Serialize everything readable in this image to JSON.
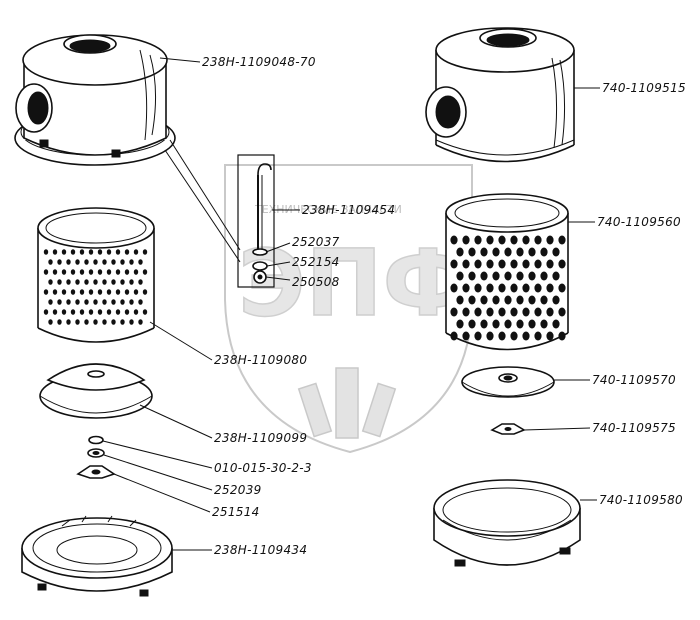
{
  "parts": {
    "left_housing": "238Н-1109048-70",
    "bolt": "238Н-1109454",
    "washer_a": "252037",
    "washer_b": "252154",
    "nut_a": "250508",
    "left_filter": "238Н-1109080",
    "left_cover": "238Н-1109099",
    "seal_ring": "010-015-30-2-3",
    "washer_c": "252039",
    "wing_nut_left": "251514",
    "left_pan": "238Н-1109434",
    "right_housing": "740-1109515",
    "right_filter": "740-1109560",
    "right_cover": "740-1109570",
    "wing_nut_right": "740-1109575",
    "right_pan": "740-1109580"
  },
  "watermark": {
    "brand": "ЭПФ",
    "caption": "ТЕХНИЧЕСКИЕ ЗАПЧАСТИ"
  }
}
